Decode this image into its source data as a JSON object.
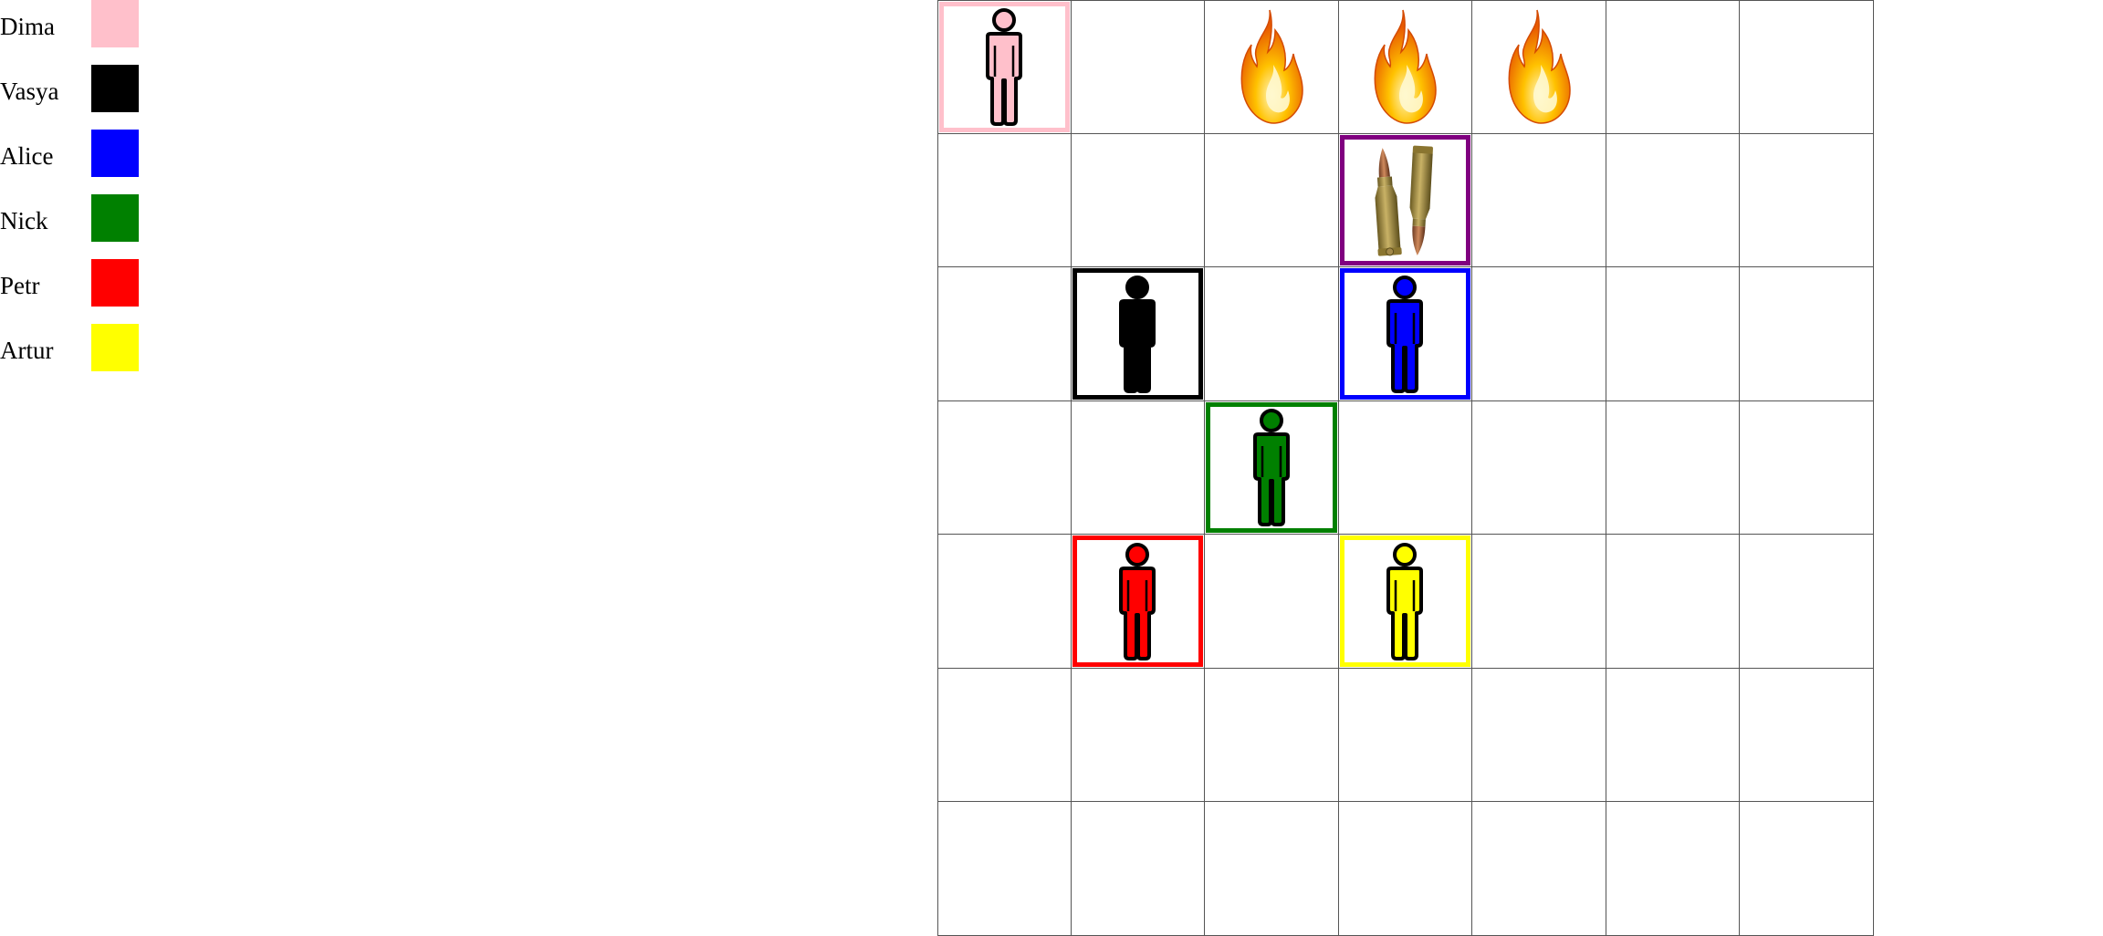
{
  "legend": [
    {
      "name": "Dima",
      "color": "#ffc0cb"
    },
    {
      "name": "Vasya",
      "color": "#000000"
    },
    {
      "name": "Alice",
      "color": "#0000ff"
    },
    {
      "name": "Nick",
      "color": "#008000"
    },
    {
      "name": "Petr",
      "color": "#ff0000"
    },
    {
      "name": "Artur",
      "color": "#ffff00"
    }
  ],
  "board": {
    "rows": 7,
    "cols": 7,
    "tokens": [
      {
        "type": "player",
        "player": "Dima",
        "color": "#ffc0cb",
        "row": 0,
        "col": 0
      },
      {
        "type": "fire-icon",
        "row": 0,
        "col": 2
      },
      {
        "type": "fire-icon",
        "row": 0,
        "col": 3
      },
      {
        "type": "fire-icon",
        "row": 0,
        "col": 4
      },
      {
        "type": "ammo-icon",
        "frame_color": "#800080",
        "row": 1,
        "col": 3
      },
      {
        "type": "player",
        "player": "Vasya",
        "color": "#000000",
        "row": 2,
        "col": 1
      },
      {
        "type": "player",
        "player": "Alice",
        "color": "#0000ff",
        "row": 2,
        "col": 3
      },
      {
        "type": "player",
        "player": "Nick",
        "color": "#008000",
        "row": 3,
        "col": 2
      },
      {
        "type": "player",
        "player": "Petr",
        "color": "#ff0000",
        "row": 4,
        "col": 1
      },
      {
        "type": "player",
        "player": "Artur",
        "color": "#ffff00",
        "row": 4,
        "col": 3
      }
    ]
  }
}
